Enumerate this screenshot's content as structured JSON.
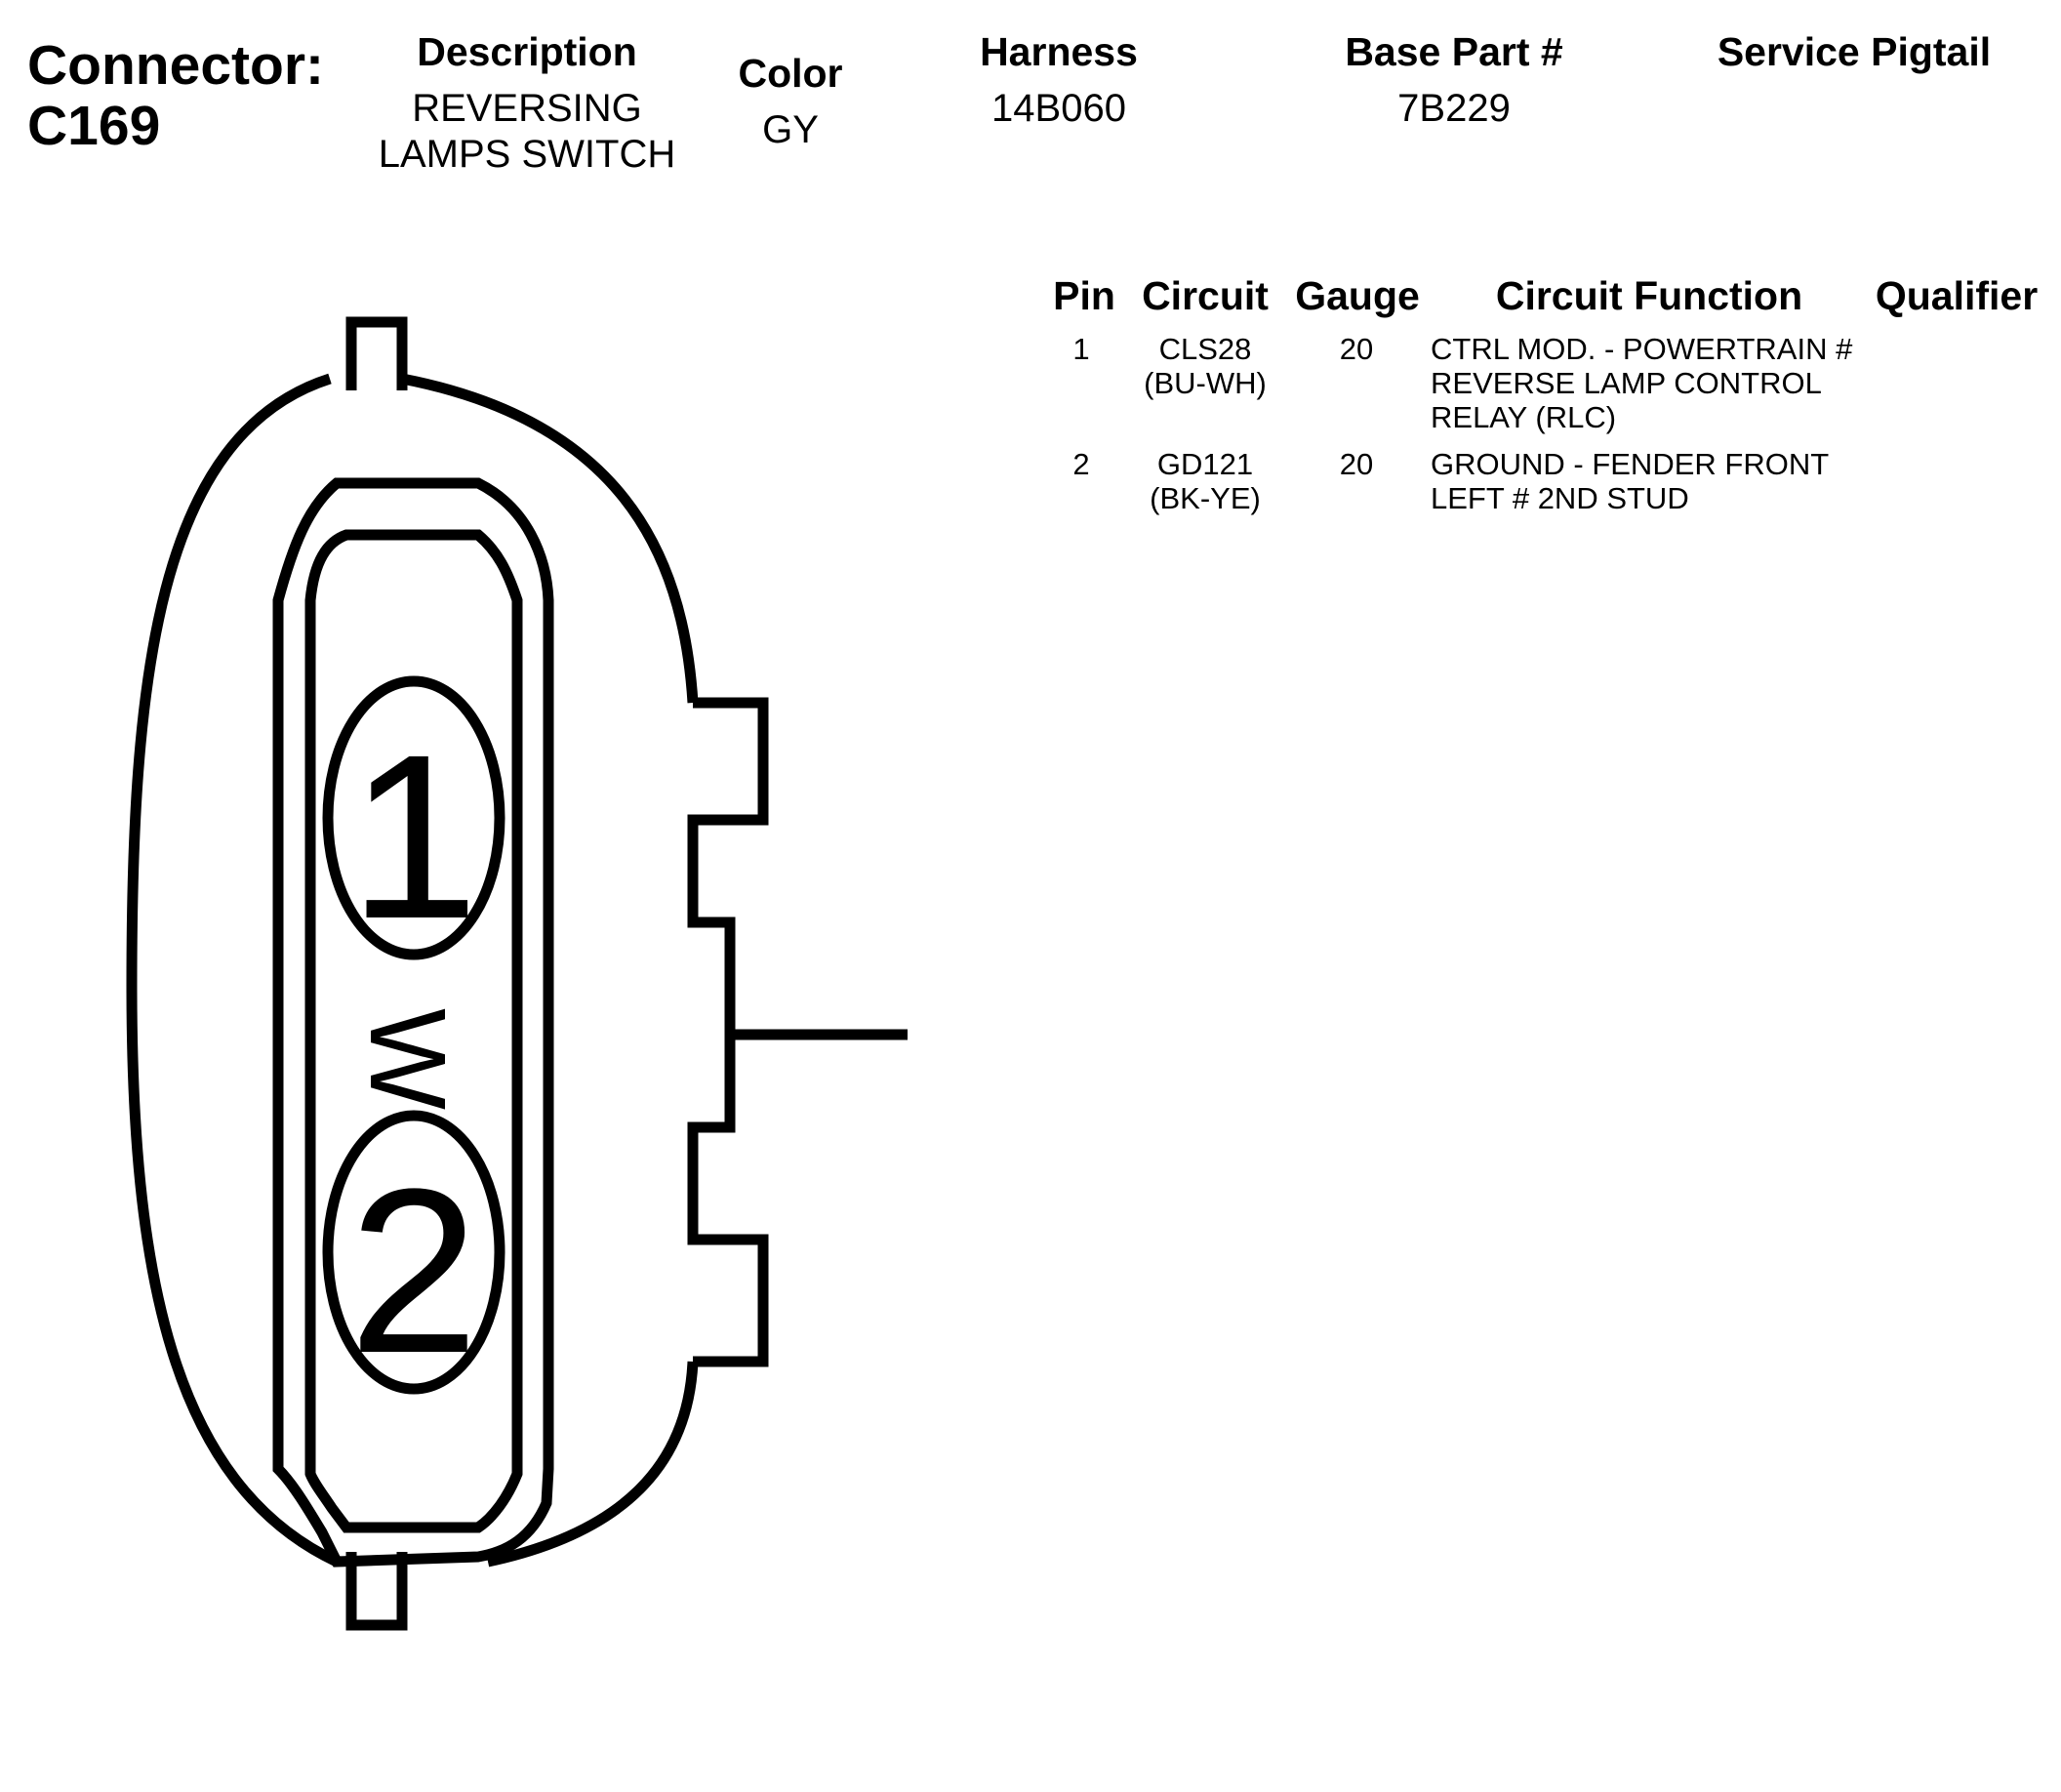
{
  "header": {
    "connector_label": "Connector:",
    "connector_id": "C169",
    "description_title": "Description",
    "description_value_line1": "REVERSING",
    "description_value_line2": "LAMPS SWITCH",
    "color_title": "Color",
    "color_value": "GY",
    "harness_title": "Harness",
    "harness_value": "14B060",
    "base_part_title": "Base Part #",
    "base_part_value": "7B229",
    "service_pigtail_title": "Service Pigtail"
  },
  "pin_table": {
    "headers": {
      "pin": "Pin",
      "circuit": "Circuit",
      "gauge": "Gauge",
      "circuit_function": "Circuit Function",
      "qualifier": "Qualifier"
    },
    "rows": [
      {
        "pin": "1",
        "circuit_line1": "CLS28",
        "circuit_line2": "(BU-WH)",
        "gauge": "20",
        "function_line1": "CTRL MOD. - POWERTRAIN #",
        "function_line2": "REVERSE LAMP CONTROL",
        "function_line3": "RELAY (RLC)"
      },
      {
        "pin": "2",
        "circuit_line1": "GD121",
        "circuit_line2": "(BK-YE)",
        "gauge": "20",
        "function_line1": "GROUND - FENDER FRONT",
        "function_line2": "LEFT # 2ND STUD",
        "function_line3": ""
      }
    ]
  },
  "diagram": {
    "pin1_label": "1",
    "pin2_label": "2",
    "wire_side_label": "W",
    "stroke_color": "#000000"
  }
}
